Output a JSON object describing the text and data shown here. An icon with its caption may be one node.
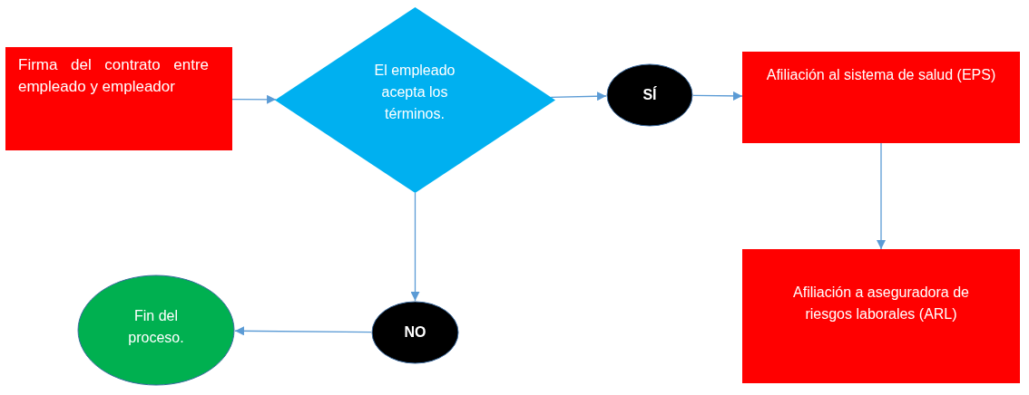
{
  "diagram": {
    "nodes": [
      {
        "text": [
          "Firma del contrato entre empleado y empleador"
        ]
      },
      {
        "text": [
          "El empleado acepta los términos."
        ]
      },
      {
        "text": [
          "SÍ"
        ]
      },
      {
        "text": [
          "Afiliación al sistema de salud (EPS)"
        ]
      },
      {
        "text": [
          "Afiliación a aseguradora de riesgos laborales (ARL)"
        ]
      },
      {
        "text": [
          "NO"
        ]
      },
      {
        "text": [
          "Fin del proceso."
        ]
      }
    ],
    "edges": [
      {
        "from": 0,
        "to": 1,
        "arrow": "to"
      },
      {
        "from": 1,
        "to": 2,
        "arrow": "to"
      },
      {
        "from": 2,
        "to": 3,
        "arrow": "to"
      },
      {
        "from": 3,
        "to": 4,
        "arrow": "to"
      },
      {
        "from": 1,
        "to": 5,
        "arrow": "to"
      },
      {
        "from": 5,
        "to": 6,
        "arrow": "to"
      }
    ]
  }
}
